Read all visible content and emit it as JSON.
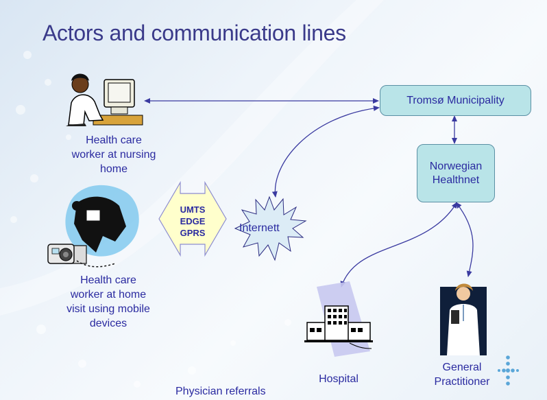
{
  "slide": {
    "title": "Actors and communication lines",
    "actors": {
      "nursing_home_worker": [
        "Health care",
        "worker at nursing",
        "home"
      ],
      "home_visit_worker": [
        "Health care",
        "worker at home",
        "visit using mobile",
        "devices"
      ],
      "hospital": "Hospital",
      "general_practitioner": [
        "General",
        "Practitioner"
      ]
    },
    "boxes": {
      "municipality": "Tromsø Municipality",
      "healthnet": [
        "Norwegian",
        "Healthnet"
      ]
    },
    "connection": [
      "UMTS",
      "EDGE",
      "GPRS"
    ],
    "internet": "Internett",
    "bottom_note": "Physician referrals"
  },
  "colors": {
    "text": "#2a2aa0",
    "title": "#3a3a8a",
    "box_fill": "#b9e4e8",
    "connector_fill": "#ffffcc",
    "arrow": "#3a3aa0"
  }
}
